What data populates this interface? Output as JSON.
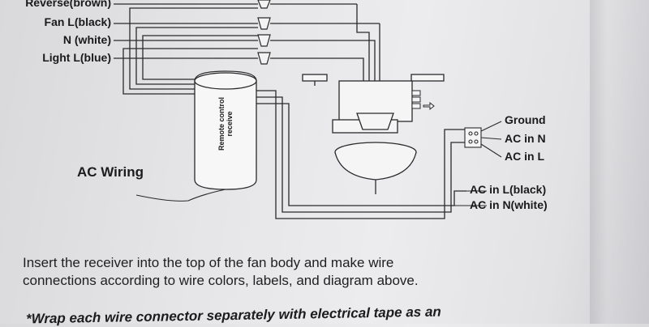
{
  "wire_labels_left": {
    "reverse": "Reverse(brown)",
    "fan_l": "Fan L(black)",
    "n_white": "N (white)",
    "light_l": "Light L(blue)"
  },
  "receiver_label": "Remote control receive",
  "ac_wiring_label": "AC Wiring",
  "terminal_labels": {
    "ground": "Ground",
    "ac_in_n": "AC in N",
    "ac_in_l": "AC in L"
  },
  "supply_labels": {
    "ac_in_l_black": "AC in L(black)",
    "ac_in_n_white": "AC in N(white)"
  },
  "instructions": {
    "line1": "Insert the receiver into the top of the fan body and make wire",
    "line2": "connections according to wire colors, labels, and diagram above."
  },
  "note": "*Wrap each wire connector separately with electrical tape as an"
}
